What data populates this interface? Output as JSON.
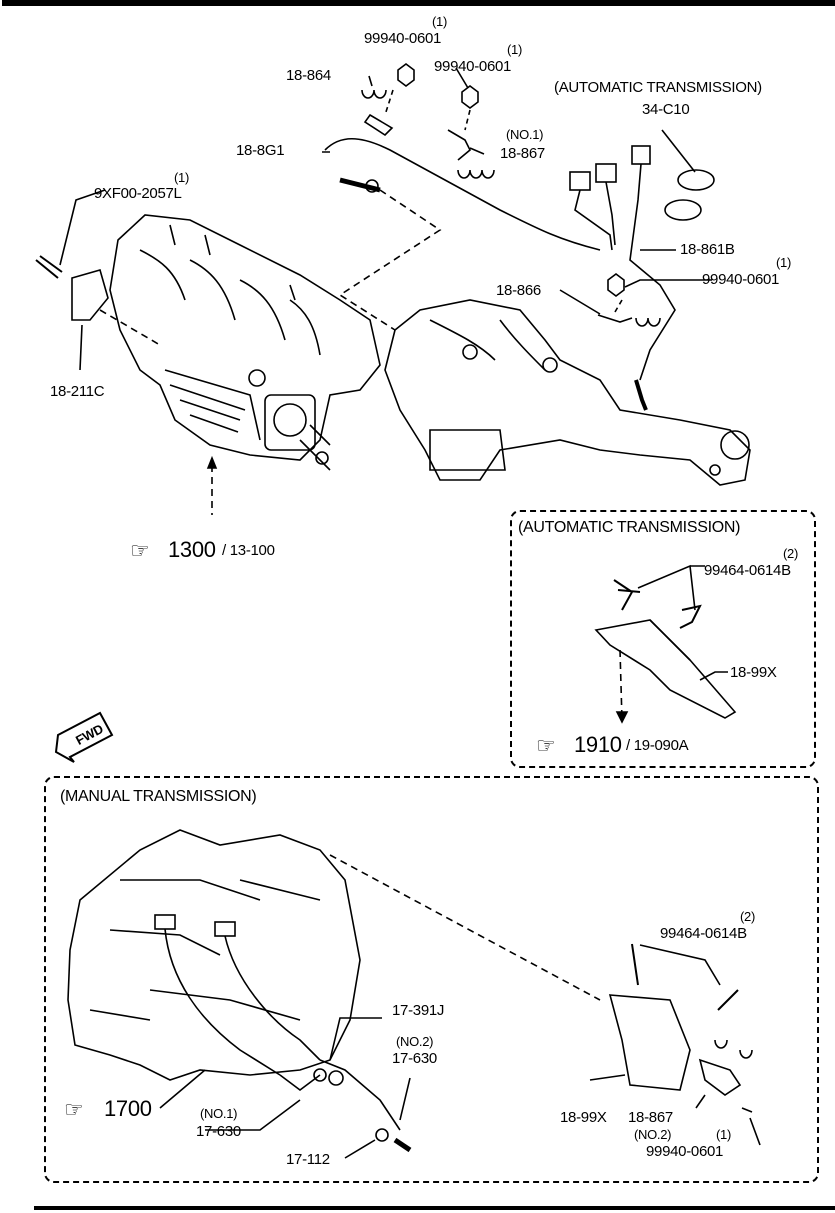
{
  "top_section": {
    "qty_1a": "(1)",
    "part_99940_a": "99940-0601",
    "qty_1b": "(1)",
    "part_99940_b": "99940-0601",
    "part_18_864": "18-864",
    "part_18_8g1": "18-8G1",
    "no1": "(NO.1)",
    "part_18_867": "18-867",
    "qty_1c": "(1)",
    "part_9xf00": "9XF00-2057L",
    "part_18_211c": "18-211C",
    "ref_1300": "1300",
    "ref_1300_sub": "/ 13-100",
    "at_header": "(AUTOMATIC TRANSMISSION)",
    "part_34c10": "34-C10",
    "part_18_861b": "18-861B",
    "qty_1d": "(1)",
    "part_99940_c": "99940-0601",
    "part_18_866": "18-866"
  },
  "at_box": {
    "title": "(AUTOMATIC TRANSMISSION)",
    "qty": "(2)",
    "part_bolt": "99464-0614B",
    "part_bracket": "18-99X",
    "ref_1910": "1910",
    "ref_1910_sub": "/ 19-090A"
  },
  "fwd_label": "FWD",
  "mt_box": {
    "title": "(MANUAL TRANSMISSION)",
    "qty_2": "(2)",
    "part_bolt": "99464-0614B",
    "part_17_391j": "17-391J",
    "no2a": "(NO.2)",
    "part_17_630a": "17-630",
    "ref_1700": "1700",
    "no1": "(NO.1)",
    "part_17_630b": "17-630",
    "part_17_112": "17-112",
    "part_18_99x": "18-99X",
    "part_18_867": "18-867",
    "no2b": "(NO.2)",
    "qty_1": "(1)",
    "part_99940": "99940-0601"
  }
}
